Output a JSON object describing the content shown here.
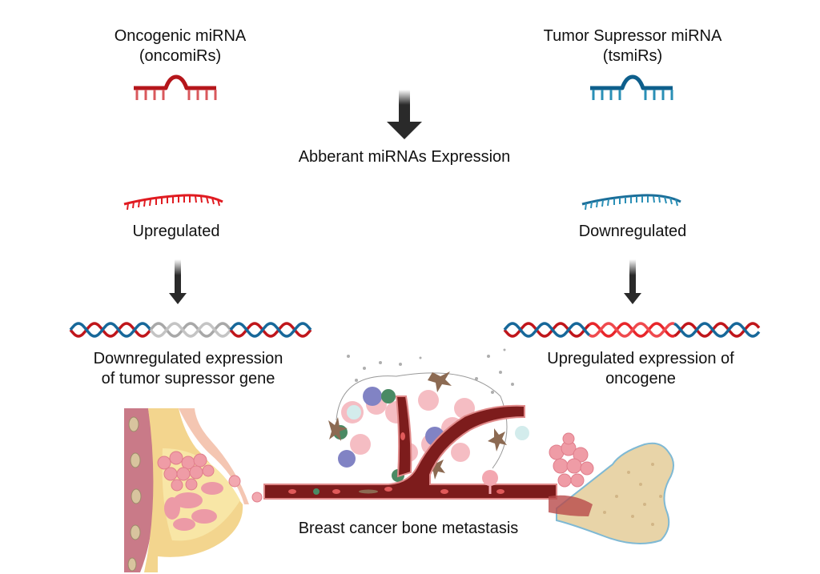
{
  "left_column": {
    "title_line1": "Oncogenic miRNA",
    "title_line2": "(oncomiRs)",
    "state_label": "Upregulated",
    "result_line1": "Downregulated expression",
    "result_line2": "of tumor supressor gene",
    "color": "#c0161b"
  },
  "right_column": {
    "title_line1": "Tumor Supressor miRNA",
    "title_line2": "(tsmiRs)",
    "state_label": "Downregulated",
    "result_line1": "Upregulated expression of",
    "result_line2": "oncogene",
    "color": "#0e6796"
  },
  "center": {
    "label": "Abberant miRNAs Expression"
  },
  "bottom": {
    "caption": "Breast cancer bone metastasis"
  },
  "colors": {
    "dna_red": "#c0161b",
    "dna_blue": "#17689a",
    "dna_gray": "#a8a8a8",
    "dna_bright_red": "#e8262b",
    "arrow": "#2a2a2a",
    "vessel": "#7d1c1c"
  }
}
